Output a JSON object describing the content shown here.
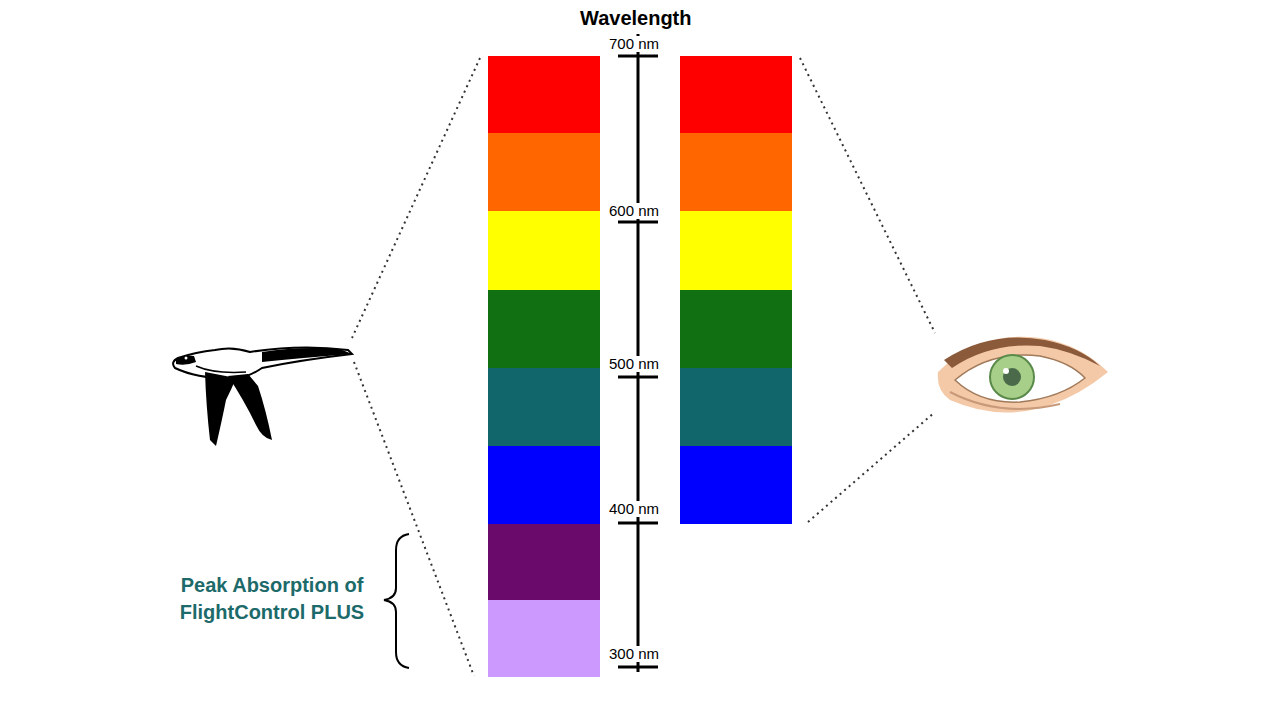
{
  "diagram": {
    "title": "Wavelength",
    "labels": [
      "700 nm",
      "600 nm",
      "500 nm",
      "400 nm",
      "300 nm",
      "Peak Absorption of FlightControl PLUS"
    ]
  }
}
